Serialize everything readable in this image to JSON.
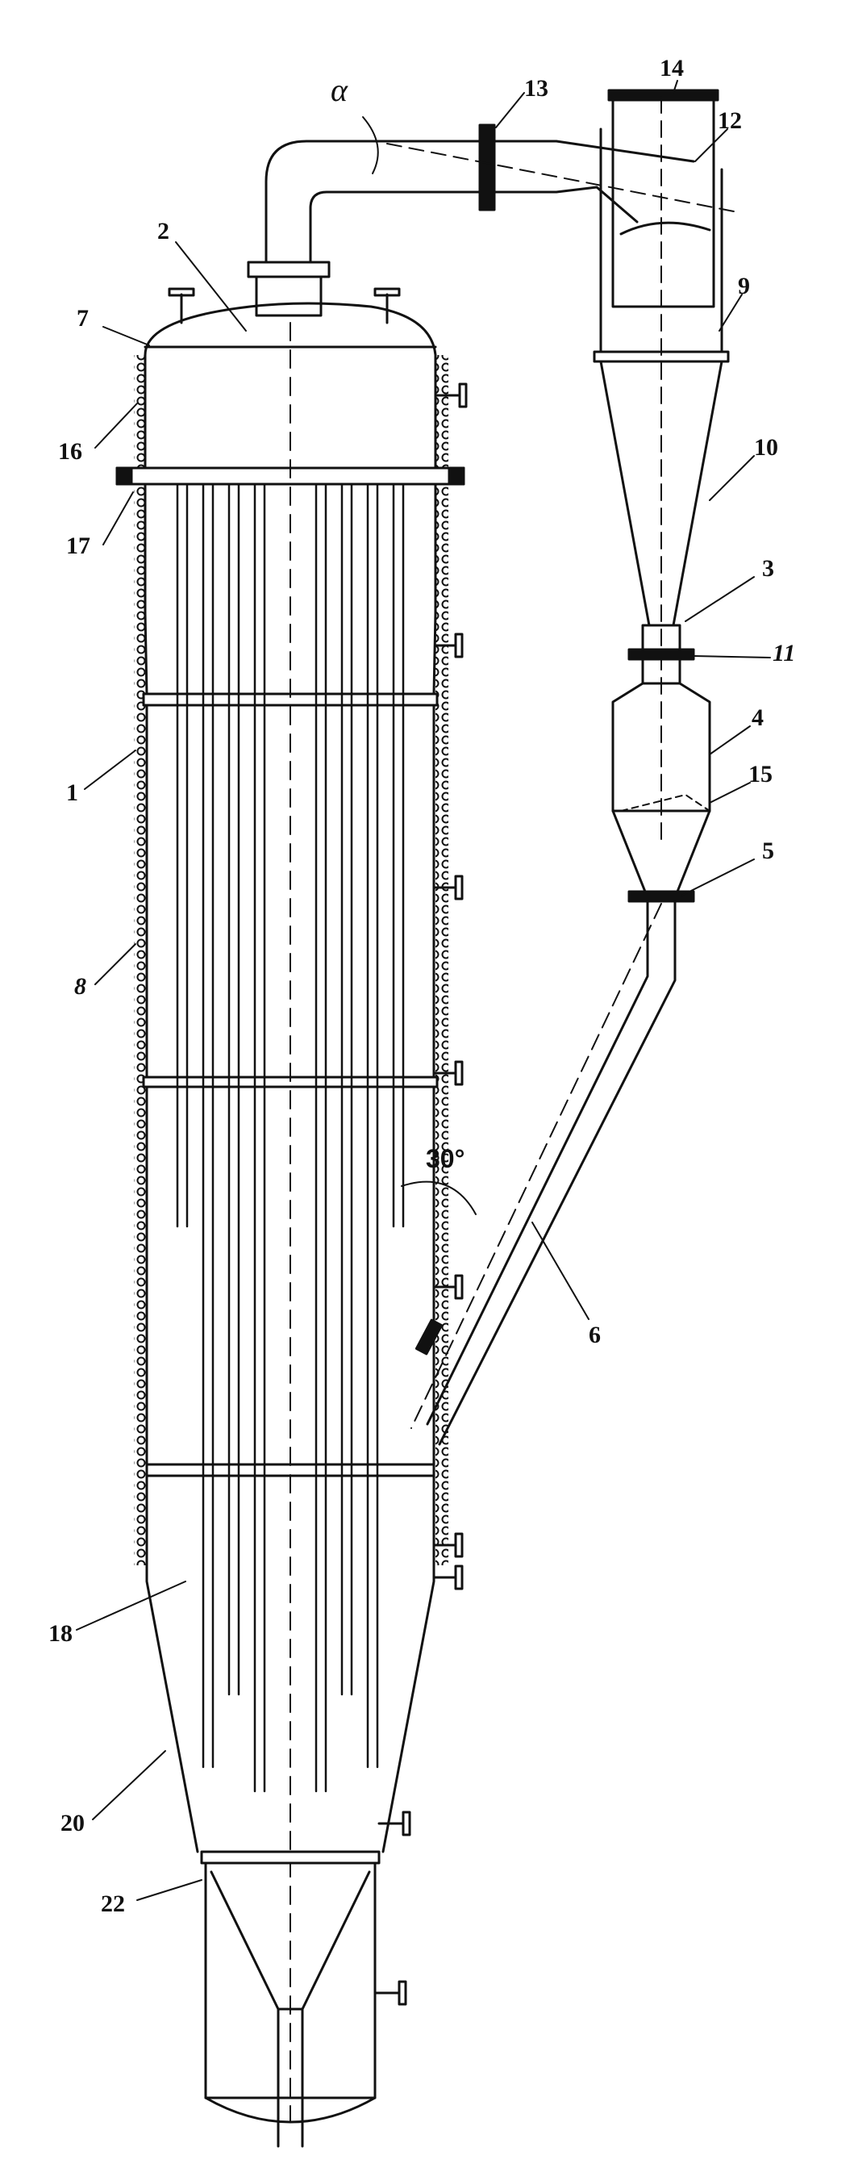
{
  "labels": {
    "l1": "1",
    "l2": "2",
    "l3": "3",
    "l4": "4",
    "l5": "5",
    "l6": "6",
    "l7": "7",
    "l8": "8",
    "l9": "9",
    "l10": "10",
    "l11": "11",
    "l12": "12",
    "l13": "13",
    "l14": "14",
    "l15": "15",
    "l16": "16",
    "l17": "17",
    "l18": "18",
    "l20": "20",
    "l22": "22",
    "angle_30": "30°",
    "alpha": "α"
  },
  "colors": {
    "ink": "#111111",
    "background": "#ffffff"
  }
}
